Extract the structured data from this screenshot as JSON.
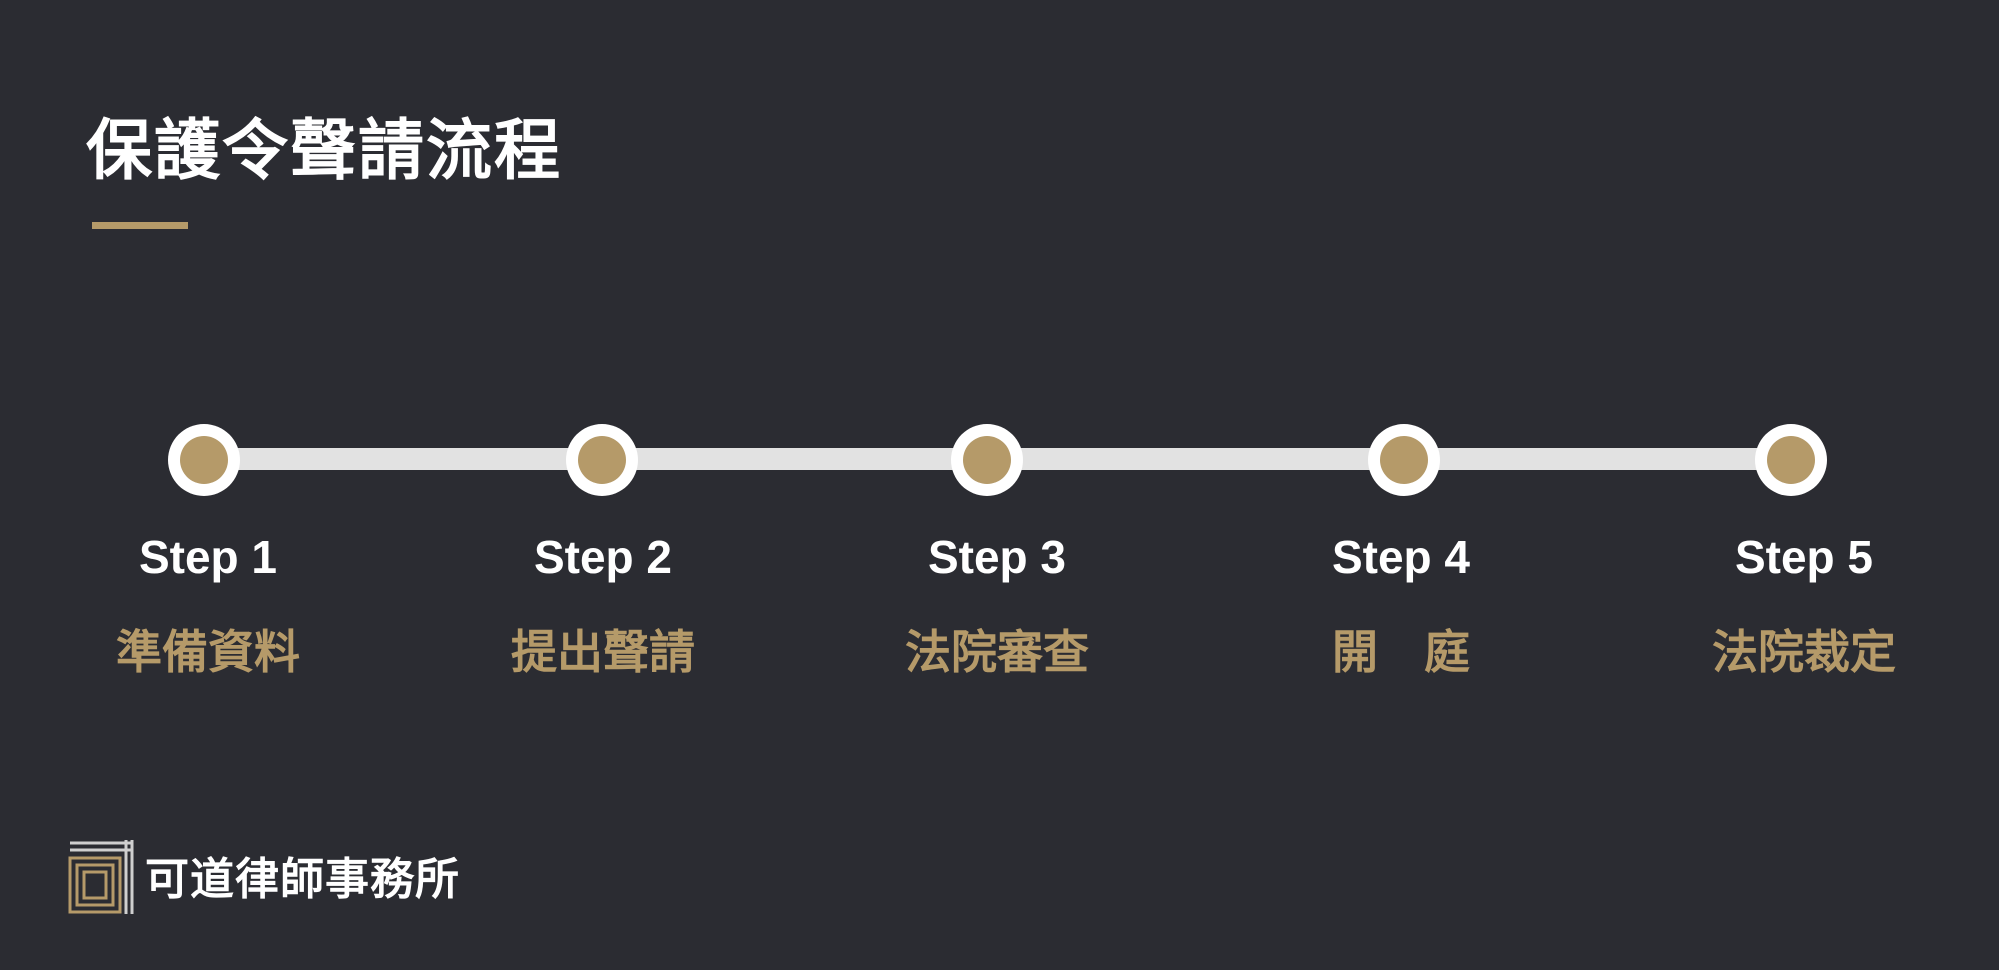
{
  "title": "保護令聲請流程",
  "colors": {
    "background": "#2b2c32",
    "accent": "#b59a69",
    "track": "#e2e2e2",
    "text": "#ffffff"
  },
  "steps": [
    {
      "label": "Step 1",
      "desc": "準備資料"
    },
    {
      "label": "Step 2",
      "desc": "提出聲請"
    },
    {
      "label": "Step 3",
      "desc": "法院審查"
    },
    {
      "label": "Step 4",
      "desc": "開　庭"
    },
    {
      "label": "Step 5",
      "desc": "法院裁定"
    }
  ],
  "logo": {
    "icon": "firm-logo-icon",
    "text": "可道律師事務所"
  }
}
